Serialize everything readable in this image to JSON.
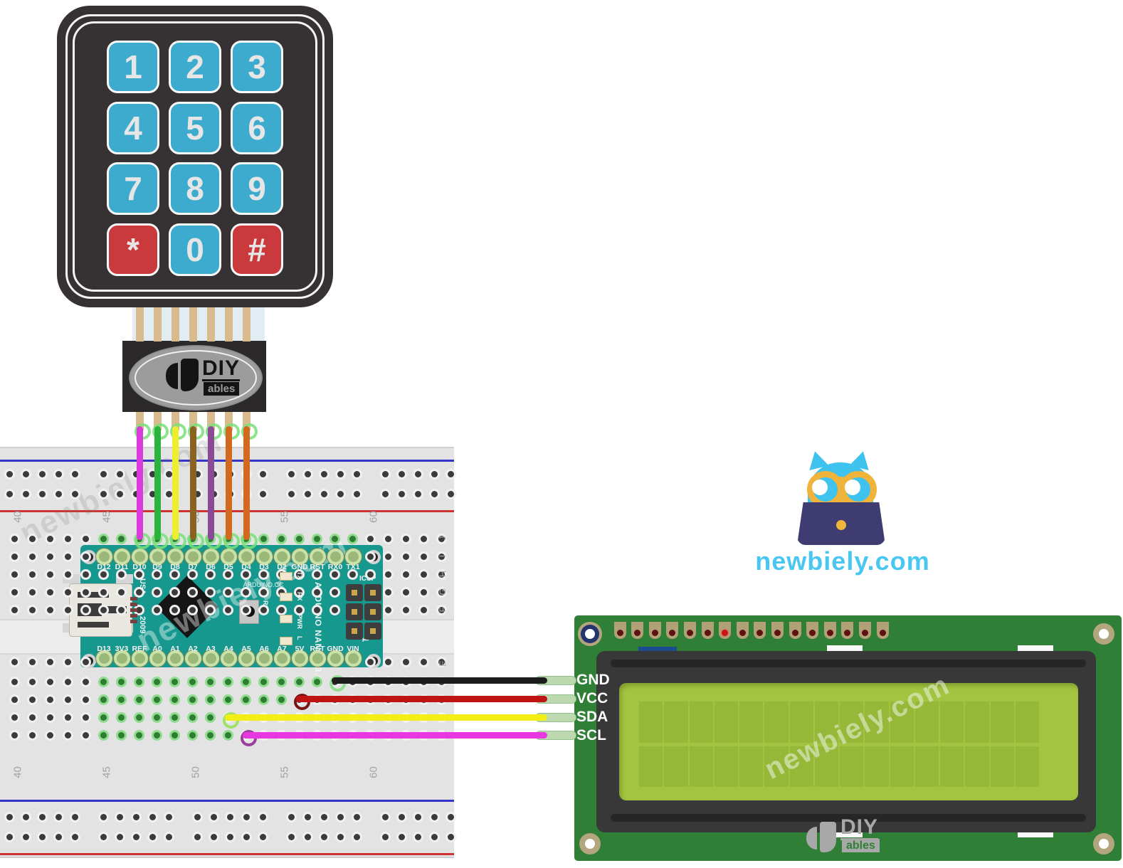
{
  "colors": {
    "keypad_body": "#363233",
    "key_blue": "#3dabce",
    "key_red": "#ca393c",
    "key_text": "#e6e6e6",
    "connector_body": "#2b2929",
    "ribbon_stripe": "#d9bb8d",
    "breadboard": "#e3e3e3",
    "rail_blue": "#3434c8",
    "rail_red": "#cc3434",
    "nano_teal": "#16988e",
    "lcd_pcb_green": "#2f8036",
    "lcd_screen_green": "#a2c440",
    "owl_cyan": "#3ec3ee",
    "glasses_amber": "#f0b43c",
    "laptop_navy": "#3f3c72",
    "caption_cyan": "#49c7f2"
  },
  "keypad": {
    "rows": [
      [
        "1",
        "2",
        "3"
      ],
      [
        "4",
        "5",
        "6"
      ],
      [
        "7",
        "8",
        "9"
      ],
      [
        "*",
        "0",
        "#"
      ]
    ],
    "special_keys": [
      "*",
      "#"
    ]
  },
  "connector_logo": {
    "diy": "DIY",
    "ables": "ables"
  },
  "breadboard": {
    "column_numbers": [
      "40",
      "45",
      "50",
      "55",
      "60"
    ],
    "row_letters_top": [
      "J",
      "I",
      "H",
      "G",
      "F"
    ],
    "row_letters_bottom": [
      "E",
      "D",
      "C",
      "B",
      "A"
    ]
  },
  "arduino": {
    "top_pins": [
      "D12",
      "D11",
      "D10",
      "D9",
      "D8",
      "D7",
      "D6",
      "D5",
      "D4",
      "D3",
      "D2",
      "GND",
      "RST",
      "RX0",
      "TX1"
    ],
    "bottom_pins": [
      "D13",
      "3V3",
      "REF",
      "A0",
      "A1",
      "A2",
      "A3",
      "A4",
      "A5",
      "A6",
      "A7",
      "5V",
      "RST",
      "GND",
      "VIN"
    ],
    "usa": "USA",
    "year": "2009",
    "site": "ARDUINO.CC",
    "rst": "RST",
    "leds": [
      "TX",
      "RX",
      "PWR",
      "L"
    ],
    "brand_lines": [
      "ARDUINO",
      "NANO",
      "V3.0"
    ],
    "icsp": "ICSP",
    "pin_one": "1",
    "rx_marker": "▼",
    "tx_marker": "▲"
  },
  "keypad_wires": [
    {
      "to": "D10",
      "color": "#d93ad9"
    },
    {
      "to": "D9",
      "color": "#2bb33e"
    },
    {
      "to": "D8",
      "color": "#eeee2e"
    },
    {
      "to": "D7",
      "color": "#8a6320"
    },
    {
      "to": "D6",
      "color": "#8a4a96"
    },
    {
      "to": "D5",
      "color": "#d2691e"
    },
    {
      "to": "D4",
      "color": "#d2691e"
    }
  ],
  "lcd": {
    "pin_labels": [
      "GND",
      "VCC",
      "SDA",
      "SCL"
    ],
    "logo": {
      "diy": "DIY",
      "ables": "ables"
    },
    "char_cols": 16,
    "char_rows": 2,
    "top_pad_count": 16
  },
  "lcd_wires": [
    {
      "label": "GND",
      "color": "#1d1d1d"
    },
    {
      "label": "VCC",
      "color": "#c01414"
    },
    {
      "label": "SDA",
      "color": "#f2ee16"
    },
    {
      "label": "SCL",
      "color": "#e836e0"
    }
  ],
  "watermark_text": "newbiely.com",
  "brand": {
    "caption": "newbiely.com"
  }
}
